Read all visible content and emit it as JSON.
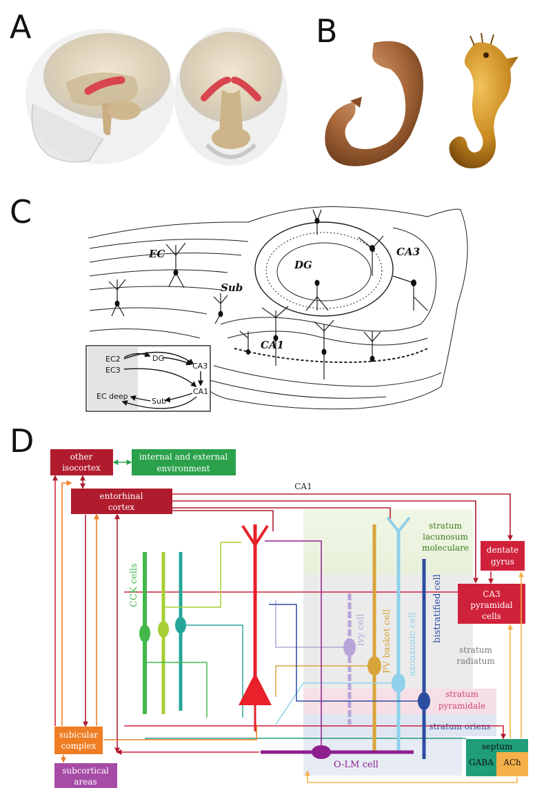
{
  "panels": {
    "a": "A",
    "b": "B",
    "c": "C",
    "d": "D"
  },
  "panel_c": {
    "regions": {
      "ec": "EC",
      "dg": "DG",
      "ca3": "CA3",
      "sub": "Sub",
      "ca1": "CA1"
    },
    "inset": {
      "ec2": "EC2",
      "ec3": "EC3",
      "dg": "DG",
      "ca3": "CA3",
      "ca1": "CA1",
      "sub": "Sub",
      "ec_deep": "EC deep"
    }
  },
  "panel_d": {
    "title": "CA1",
    "boxes": {
      "other_isocortex_1": "other",
      "other_isocortex_2": "isocortex",
      "environment_1": "internal and external",
      "environment_2": "environment",
      "entorhinal_1": "entorhinal",
      "entorhinal_2": "cortex",
      "dentate_1": "dentate",
      "dentate_2": "gyrus",
      "ca3_1": "CA3",
      "ca3_2": "pyramidal",
      "ca3_3": "cells",
      "subicular_1": "subicular",
      "subicular_2": "complex",
      "subcortical_1": "subcortical",
      "subcortical_2": "areas",
      "septum": "septum",
      "gaba": "GABA",
      "ach": "ACh"
    },
    "layers": {
      "slm_1": "stratum",
      "slm_2": "lacunosum",
      "slm_3": "moleculare",
      "rad_1": "stratum",
      "rad_2": "radiatum",
      "pyr_1": "stratum",
      "pyr_2": "pyramidale",
      "oriens": "stratum oriens"
    },
    "cells": {
      "cck": "CCK cells",
      "ivy": "ivy cell",
      "pv": "PV basket cell",
      "axo": "axoaxonic cell",
      "bis": "bistratified cell",
      "olm": "O-LM cell"
    },
    "colors": {
      "dark_red": "#b01c2e",
      "green": "#2aa14a",
      "crimson": "#d0213b",
      "orange": "#ee7d23",
      "magenta": "#a64ca6",
      "amber": "#f6b04a",
      "teal": "#1f9e78",
      "pyramidal": "#e8212b"
    }
  }
}
